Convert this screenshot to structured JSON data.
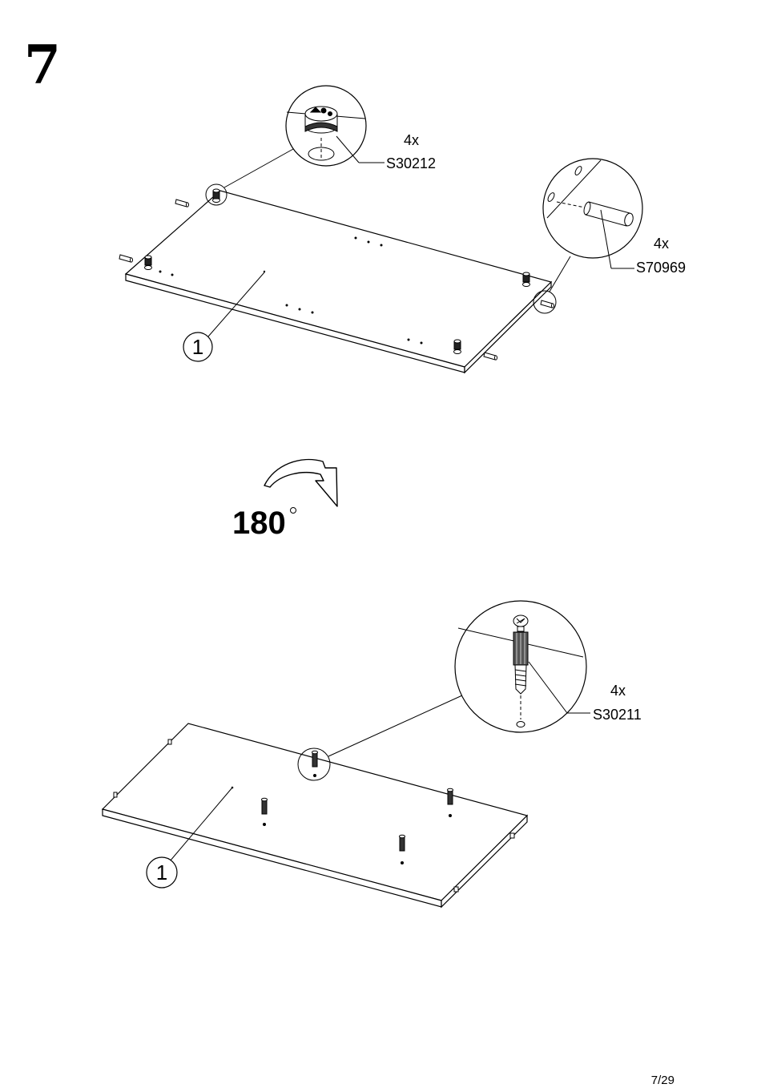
{
  "step_number": "7",
  "rotation": {
    "value": "180",
    "unit": "°"
  },
  "page_number": "7/29",
  "top_assembly": {
    "panel_label": "1",
    "callouts": [
      {
        "quantity": "4x",
        "part": "S30212"
      },
      {
        "quantity": "4x",
        "part": "S70969"
      }
    ]
  },
  "bottom_assembly": {
    "panel_label": "1",
    "callouts": [
      {
        "quantity": "4x",
        "part": "S30211"
      }
    ]
  }
}
